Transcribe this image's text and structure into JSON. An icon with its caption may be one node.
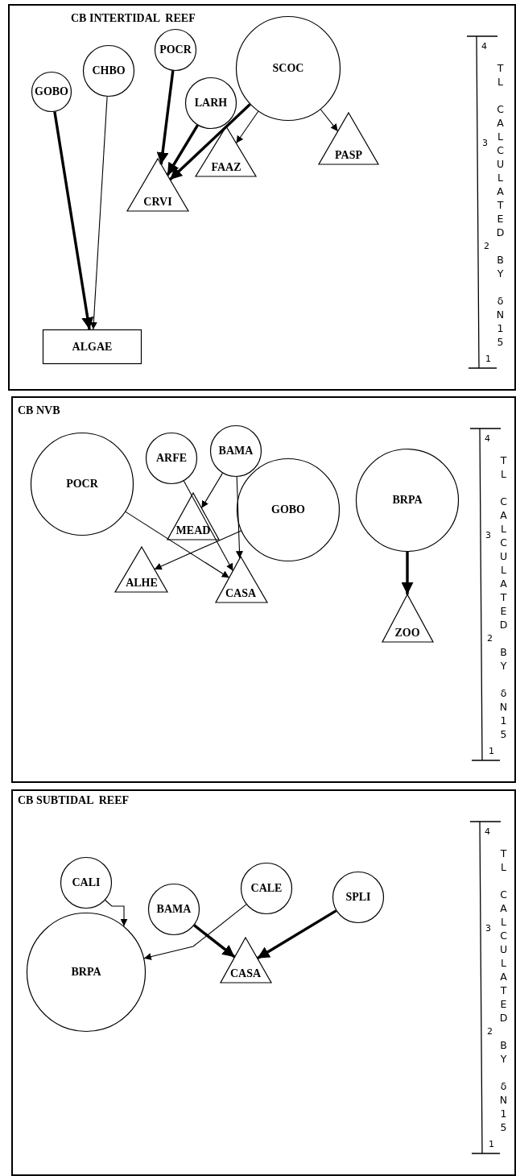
{
  "diagram": {
    "nodes": [
      {
        "text": [
          "CB INTERTIDAL  REEF"
        ]
      },
      {
        "text": [
          "GOBO"
        ],
        "in": 0
      },
      {
        "text": [
          "CHBO"
        ],
        "in": 0
      },
      {
        "text": [
          "POCR"
        ],
        "in": 0
      },
      {
        "text": [
          "LARH"
        ],
        "in": 0
      },
      {
        "text": [
          "SCOC"
        ],
        "in": 0
      },
      {
        "text": [
          "CRVI"
        ],
        "in": 0
      },
      {
        "text": [
          "FAAZ"
        ],
        "in": 0
      },
      {
        "text": [
          "PASP"
        ],
        "in": 0
      },
      {
        "text": [
          "ALGAE"
        ],
        "in": 0
      },
      {
        "text": [
          "CB NVB"
        ]
      },
      {
        "text": [
          "POCR"
        ],
        "in": 10
      },
      {
        "text": [
          "ARFE"
        ],
        "in": 10
      },
      {
        "text": [
          "BAMA"
        ],
        "in": 10
      },
      {
        "text": [
          "GOBO"
        ],
        "in": 10
      },
      {
        "text": [
          "BRPA"
        ],
        "in": 10
      },
      {
        "text": [
          "MEAD"
        ],
        "in": 10
      },
      {
        "text": [
          "ALHE"
        ],
        "in": 10
      },
      {
        "text": [
          "CASA"
        ],
        "in": 10
      },
      {
        "text": [
          "ZOO"
        ],
        "in": 10
      },
      {
        "text": [
          "CB SUBTIDAL  REEF"
        ]
      },
      {
        "text": [
          "CALI"
        ],
        "in": 20
      },
      {
        "text": [
          "BAMA"
        ],
        "in": 20
      },
      {
        "text": [
          "CALE"
        ],
        "in": 20
      },
      {
        "text": [
          "SPLI"
        ],
        "in": 20
      },
      {
        "text": [
          "BRPA"
        ],
        "in": 20
      },
      {
        "text": [
          "CASA"
        ],
        "in": 20
      }
    ],
    "edges": [
      {
        "from": 1,
        "to": 9,
        "arrow": "to",
        "style": "thick"
      },
      {
        "from": 2,
        "to": 9,
        "arrow": "to"
      },
      {
        "from": 3,
        "to": 6,
        "arrow": "to",
        "style": "thick"
      },
      {
        "from": 4,
        "to": 6,
        "arrow": "to",
        "style": "thick"
      },
      {
        "from": 5,
        "to": 6,
        "arrow": "to",
        "style": "thick"
      },
      {
        "from": 5,
        "to": 7,
        "arrow": "to"
      },
      {
        "from": 5,
        "to": 8,
        "arrow": "to"
      },
      {
        "from": 11,
        "to": 18,
        "arrow": "to"
      },
      {
        "from": 12,
        "to": 18,
        "arrow": "to"
      },
      {
        "from": 13,
        "to": 16,
        "arrow": "to"
      },
      {
        "from": 13,
        "to": 18,
        "arrow": "to"
      },
      {
        "from": 14,
        "to": 17,
        "arrow": "to"
      },
      {
        "from": 15,
        "to": 19,
        "arrow": "to",
        "style": "thick"
      },
      {
        "from": 21,
        "to": 25,
        "arrow": "to"
      },
      {
        "from": 23,
        "to": 25,
        "arrow": "to"
      },
      {
        "from": 22,
        "to": 26,
        "arrow": "to",
        "style": "thick"
      },
      {
        "from": 24,
        "to": 26,
        "arrow": "to",
        "style": "thick"
      }
    ],
    "labels": [
      "4",
      "TL CALCULATED BY δN15",
      "3",
      "2",
      "1",
      "4",
      "TL CALCULATED BY δN15",
      "3",
      "2",
      "1",
      "4",
      "TL CALCULATED BY δN15",
      "3",
      "2",
      "1"
    ]
  }
}
